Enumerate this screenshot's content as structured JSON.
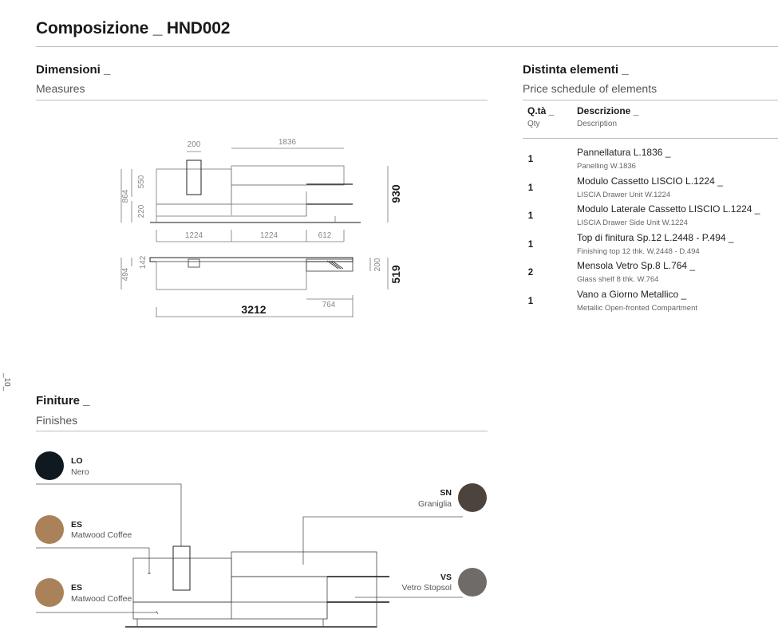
{
  "page": {
    "title": "Composizione _ HND002",
    "page_number": "_10_"
  },
  "dimensions": {
    "heading": "Dimensioni _",
    "subheading": "Measures",
    "labels": {
      "w200": "200",
      "w1836": "1836",
      "h550": "550",
      "h864": "864",
      "h220": "220",
      "h930": "930",
      "w1224a": "1224",
      "w1224b": "1224",
      "w612": "612",
      "d142": "142",
      "d494": "494",
      "d200": "200",
      "d519": "519",
      "w764": "764",
      "w3212": "3212"
    }
  },
  "schedule": {
    "heading": "Distinta elementi _",
    "subheading": "Price schedule of elements",
    "col_qty": "Q.tà _",
    "col_qty_sub": "Qty",
    "col_desc": "Descrizione _",
    "col_desc_sub": "Description",
    "rows": [
      {
        "qty": "1",
        "desc": "Pannellatura L.1836 _",
        "desc_en": "Panelling W.1836"
      },
      {
        "qty": "1",
        "desc": "Modulo Cassetto LISCIO L.1224 _",
        "desc_en": "LISCIA Drawer Unit W.1224"
      },
      {
        "qty": "1",
        "desc": "Modulo Laterale Cassetto LISCIO L.1224 _",
        "desc_en": "LISCIA Drawer Side Unit W.1224"
      },
      {
        "qty": "1",
        "desc": "Top di finitura Sp.12 L.2448 - P.494 _",
        "desc_en": "Finishing top 12 thk. W.2448 - D.494"
      },
      {
        "qty": "2",
        "desc": "Mensola Vetro Sp.8 L.764 _",
        "desc_en": "Glass shelf 8 thk. W.764"
      },
      {
        "qty": "1",
        "desc": "Vano a Giorno Metallico _",
        "desc_en": "Metallic Open-fronted Compartment"
      }
    ]
  },
  "finishes": {
    "heading": "Finiture _",
    "subheading": "Finishes",
    "items": [
      {
        "code": "LO",
        "name": "Nero",
        "color": "#101820"
      },
      {
        "code": "ES",
        "name": "Matwood Coffee",
        "color": "#a9825a"
      },
      {
        "code": "ES",
        "name": "Matwood Coffee",
        "color": "#a9825a"
      },
      {
        "code": "SN",
        "name": "Graniglia",
        "color": "#4d433d"
      },
      {
        "code": "VS",
        "name": "Vetro Stopsol",
        "color": "#6f6b68"
      }
    ]
  }
}
